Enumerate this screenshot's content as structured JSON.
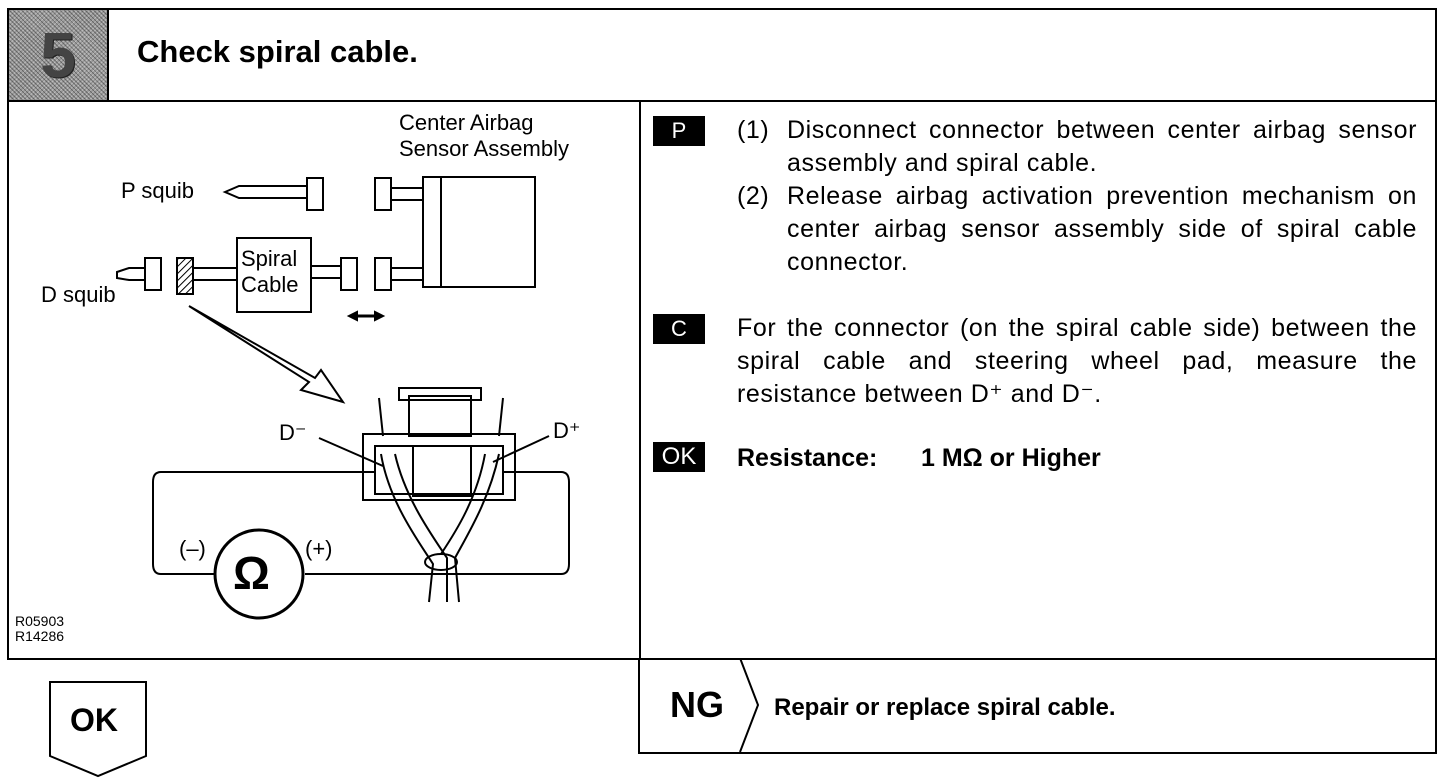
{
  "header": {
    "step_number": "5",
    "title": "Check spiral cable."
  },
  "diagram": {
    "labels": {
      "center_airbag_line1": "Center Airbag",
      "center_airbag_line2": "Sensor Assembly",
      "p_squib": "P squib",
      "d_squib": "D squib",
      "spiral_line1": "Spiral",
      "spiral_line2": "Cable",
      "d_minus": "D⁻",
      "d_plus": "D⁺",
      "meter_minus": "(–)",
      "meter_plus": "(+)",
      "ohm_symbol": "Ω"
    },
    "codes": {
      "line1": "R05903",
      "line2": "R14286"
    }
  },
  "instructions": {
    "p": {
      "badge": "P",
      "step1_num": "(1)",
      "step1_text": "Disconnect connector between center airbag sensor assembly and spiral cable.",
      "step2_num": "(2)",
      "step2_text": "Release airbag activation prevention mechanism on center airbag sensor assembly side of spiral cable connector."
    },
    "c": {
      "badge": "C",
      "text": "For the connector (on the spiral cable side) between the spiral cable and steering wheel pad, measure the resistance between D⁺ and D⁻."
    },
    "ok": {
      "badge": "OK",
      "label": "Resistance:",
      "value": "1 MΩ or Higher"
    }
  },
  "footer": {
    "ok_label": "OK",
    "ng_label": "NG",
    "ng_action": "Repair or replace spiral cable."
  }
}
